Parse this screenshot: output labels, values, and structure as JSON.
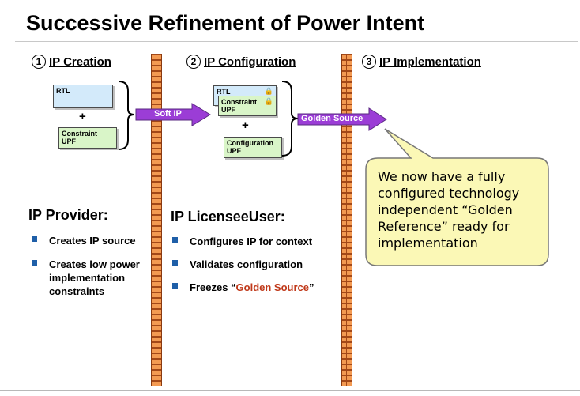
{
  "title": "Successive Refinement of Power Intent",
  "steps": [
    {
      "num": "1",
      "label": "IP Creation"
    },
    {
      "num": "2",
      "label": "IP Configuration"
    },
    {
      "num": "3",
      "label": "IP Implementation"
    }
  ],
  "creation": {
    "rtl": "RTL",
    "plus": "+",
    "constraint_line1": "Constraint",
    "constraint_line2": "UPF"
  },
  "configuration": {
    "rtl": "RTL",
    "constraint_line1": "Constraint",
    "constraint_line2": "UPF",
    "plus": "+",
    "config_line1": "Configuration",
    "config_line2": "UPF"
  },
  "arrows": {
    "soft_ip": "Soft IP",
    "golden_source": "Golden Source"
  },
  "provider": {
    "heading": "IP Provider:",
    "bullets": [
      "Creates IP source",
      "Creates low power",
      "implementation",
      "constraints"
    ]
  },
  "licensee": {
    "heading": "IP LicenseeUser:",
    "bullets": [
      "Configures IP for context",
      "Validates configuration"
    ],
    "freeze_prefix": "Freezes “",
    "freeze_highlight": "Golden Source",
    "freeze_suffix": "”"
  },
  "callout": {
    "lines": [
      "We now have a fully",
      "configured technology",
      "independent “Golden",
      "Reference” ready for",
      "implementation"
    ]
  },
  "colors": {
    "arrow_fill": "#9b3dd6",
    "callout_fill": "#fbf8b6",
    "blue_doc": "#d3eafa",
    "green_doc": "#d9f5c8",
    "highlight": "#c0391a",
    "bullet": "#1f5fa8"
  }
}
